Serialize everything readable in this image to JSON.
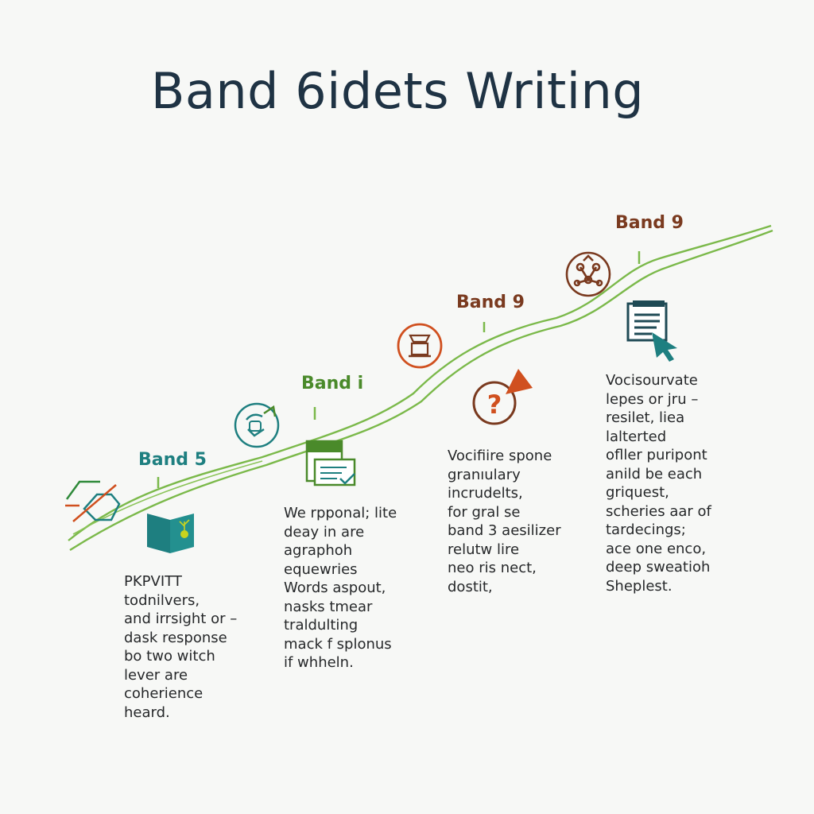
{
  "title": "Band 6idets Writing",
  "colors": {
    "title": "#1f3344",
    "teal": "#1e7f80",
    "green": "#4a8a2a",
    "brown": "#7a3a1f",
    "orange": "#d0501f",
    "line": "#7bb94a",
    "text": "#26282a"
  },
  "bands": [
    {
      "label": "Band 5",
      "color": "#1e7f80"
    },
    {
      "label": "Band i",
      "color": "#4a8a2a"
    },
    {
      "label": "Band 9",
      "color": "#7a3a1f"
    },
    {
      "label": "Band 9",
      "color": "#7a3a1f"
    }
  ],
  "icons": [
    {
      "name": "shapes-icon"
    },
    {
      "name": "book-plant-icon"
    },
    {
      "name": "cycle-arrows-icon"
    },
    {
      "name": "document-check-icon"
    },
    {
      "name": "podium-icon"
    },
    {
      "name": "question-flag-icon"
    },
    {
      "name": "network-icon"
    },
    {
      "name": "document-cursor-icon"
    }
  ],
  "columns": [
    {
      "lines": [
        "PKPVITT",
        "todnilvers,",
        "and irrsight or –",
        "dask response",
        "bo two witch",
        "lever are",
        "coherience",
        "heard."
      ]
    },
    {
      "lines": [
        "We rрponal; lite",
        "deay in are",
        "agraphoh",
        "equewries",
        "Words aspout,",
        "nasks tmear",
        "traldulting",
        "mack f splonus",
        "if whheln."
      ]
    },
    {
      "lines": [
        "Vocifiire spone",
        "granıulary",
        "incrudelts,",
        "for gral se",
        "band 3 aesilizer",
        "relutw lire",
        "neo ris nect,",
        "dostit,"
      ]
    },
    {
      "lines": [
        "Vocisourvate",
        "lepes or jru –",
        "resilet, liea",
        "lalterted",
        "ofller puripont",
        "anild be each",
        "griquest,",
        "scheries aar of",
        "tardecings;",
        "ace one enco,",
        "deep sweatioh",
        "Sheplest."
      ]
    }
  ]
}
